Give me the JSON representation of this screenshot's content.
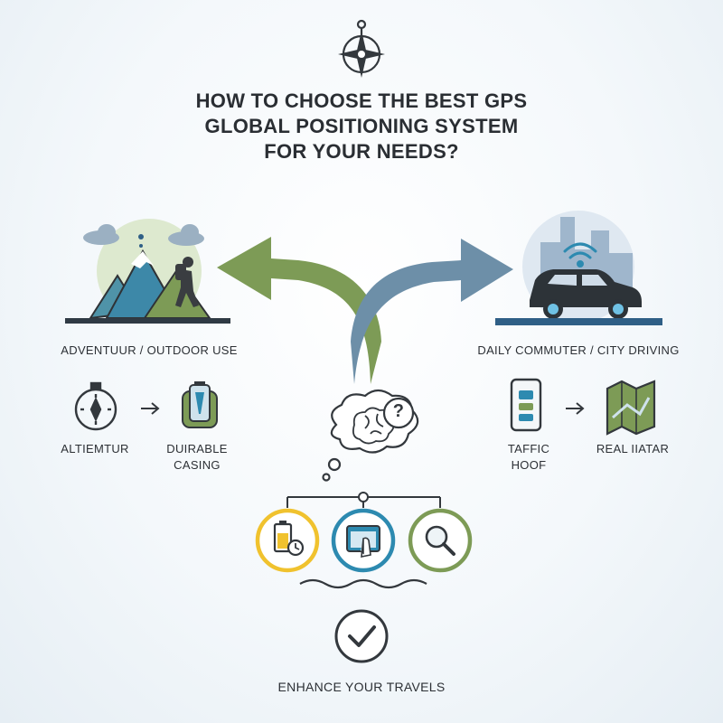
{
  "title": {
    "line1": "HOW TO CHOOSE THE BEST GPS",
    "line2": "GLOBAL POSITIONING SYSTEM",
    "line3": "FOR YOUR NEEDS?"
  },
  "left": {
    "heading": "ADVENTUUR / OUTDOOR USE",
    "feature1": "ALTIEMTUR",
    "feature2_line1": "DUIRABLE",
    "feature2_line2": "CASING"
  },
  "right": {
    "heading": "DAILY COMMUTER / CITY DRIVING",
    "feature1_line1": "TAFFIC",
    "feature1_line2": "HOOF",
    "feature2": "REAL IIATAR"
  },
  "decision_mark": "?",
  "footer": "ENHANCE YOUR TRAVELS",
  "colors": {
    "green": "#7d9b56",
    "steel_blue": "#6d8fa8",
    "navy": "#2f5f86",
    "yellow": "#f0c22e",
    "teal": "#2d8ab0",
    "dark": "#33383d"
  },
  "icons": [
    "compass-icon",
    "mountains-icon",
    "hiker-icon",
    "car-icon",
    "city-icon",
    "wifi-icon",
    "phone-icon",
    "map-icon",
    "brain-icon",
    "battery-clock-icon",
    "touchscreen-icon",
    "magnifier-icon",
    "check-icon"
  ]
}
